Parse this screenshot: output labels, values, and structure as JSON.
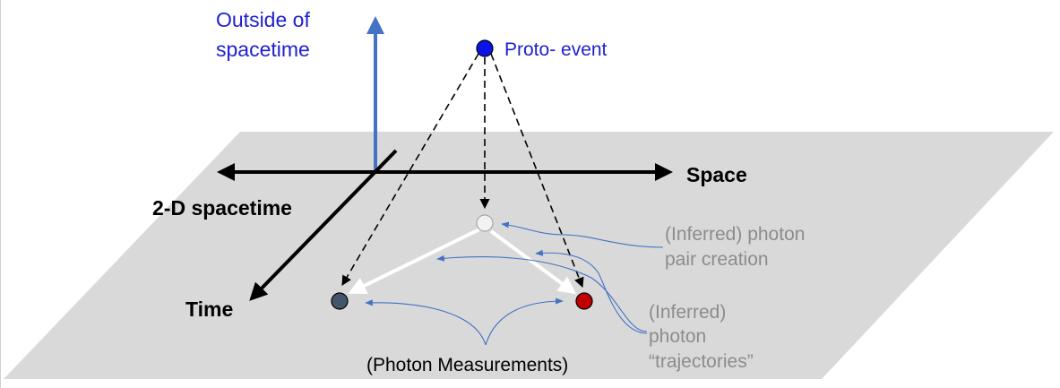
{
  "labels": {
    "outside_line1": "Outside of",
    "outside_line2": "spacetime",
    "proto_event": "Proto- event",
    "space": "Space",
    "spacetime_2d": "2-D spacetime",
    "time": "Time",
    "pair_creation_line1": "(Inferred) photon",
    "pair_creation_line2": "pair creation",
    "trajectories_line1": "(Inferred)",
    "trajectories_line2": "photon",
    "trajectories_line3": "“trajectories”",
    "measurements": "(Photon Measurements)"
  },
  "colors": {
    "plane": "#d9d9d9",
    "blue_arrow": "#4472c4",
    "blue_text": "#1f1fd0",
    "proto_event": "#0a14e6",
    "creation_node": "#f2f2f2",
    "left_detector": "#44546a",
    "right_detector": "#c00000",
    "photon_path": "#ffffff",
    "annotation": "#4472c4",
    "gray_text": "#8c8c8c"
  }
}
